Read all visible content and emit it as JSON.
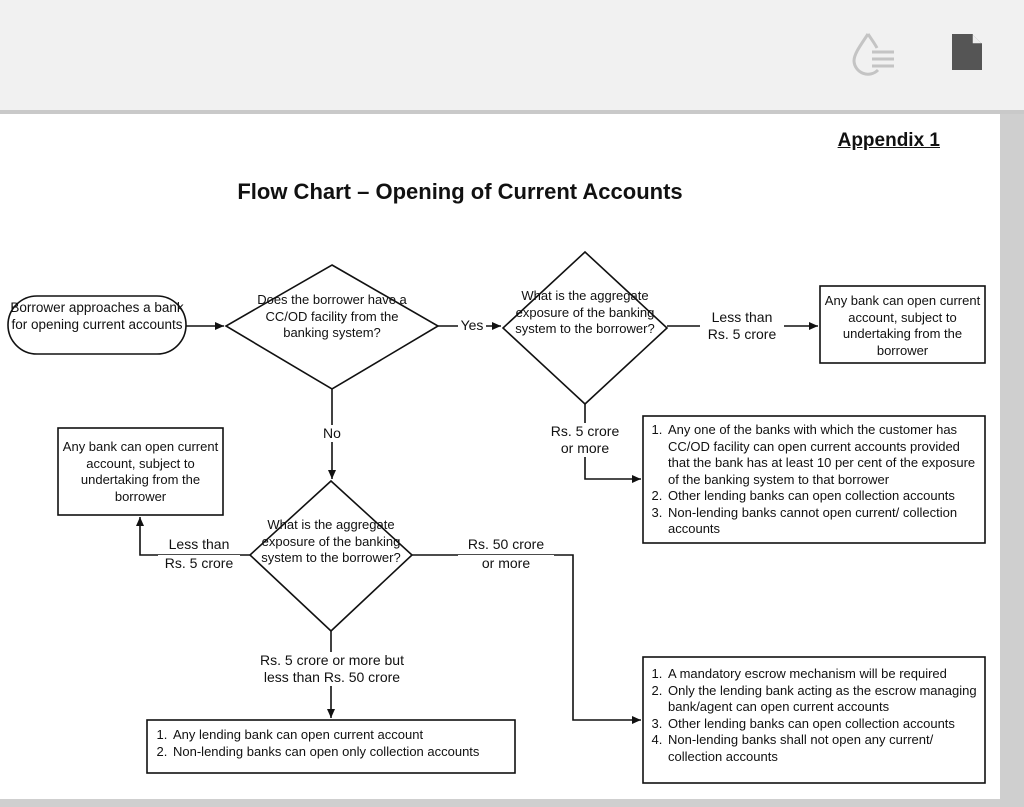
{
  "toolbar": {
    "icons": [
      "ink-drop-lines-icon",
      "document-icon"
    ]
  },
  "appendix_label": "Appendix 1",
  "title": "Flow Chart – Opening of Current Accounts",
  "nodes": {
    "start": "Borrower approaches a bank for opening current accounts",
    "q_ccod": "Does the borrower have a CC/OD facility from the banking system?",
    "q_exposure_top": "What is the aggregate exposure of the banking system to the borrower?",
    "q_exposure_bottom": "What is the aggregate exposure of the banking system to the borrower?",
    "any_bank_right": "Any bank can open current account, subject to undertaking from the borrower",
    "any_bank_left": "Any bank can open current account, subject to undertaking from the borrower",
    "box_ccod_5crore": [
      "Any one of the banks with which the customer has CC/OD facility can open current accounts provided that the bank has at least 10 per cent of the exposure of the banking system to that borrower",
      "Other lending banks can open collection accounts",
      "Non-lending banks cannot open current/ collection accounts"
    ],
    "box_5_to_50": [
      "Any lending bank can open current account",
      "Non-lending banks can open only collection accounts"
    ],
    "box_50_more": [
      "A mandatory escrow mechanism will be required",
      "Only the lending bank acting as the escrow managing bank/agent can open current accounts",
      "Other lending banks can open collection accounts",
      "Non-lending banks shall not open any current/ collection accounts"
    ]
  },
  "edge_labels": {
    "yes": "Yes",
    "no": "No",
    "less5_top_1": "Less than",
    "less5_top_2": "Rs. 5 crore",
    "rs5_more_top_1": "Rs. 5 crore",
    "rs5_more_top_2": "or more",
    "less5_left_1": "Less than",
    "less5_left_2": "Rs. 5 crore",
    "rs50_more_1": "Rs. 50 crore",
    "rs50_more_2": "or more",
    "rs5_to_50_1": "Rs. 5 crore or more but",
    "rs5_to_50_2": "less than Rs. 50 crore"
  }
}
